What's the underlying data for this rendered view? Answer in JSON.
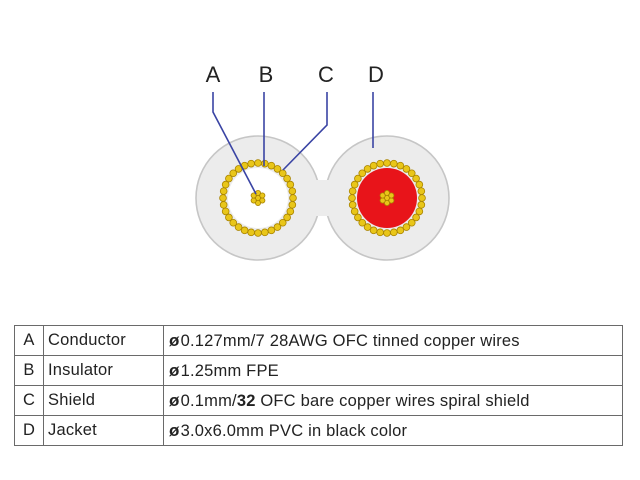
{
  "callouts": [
    {
      "letter": "A",
      "part": "Conductor"
    },
    {
      "letter": "B",
      "part": "Insulator"
    },
    {
      "letter": "C",
      "part": "Shield"
    },
    {
      "letter": "D",
      "part": "Jacket"
    }
  ],
  "colors": {
    "jacket": "#ececec",
    "jacket_edge": "#c6c6c6",
    "strand_gold": "#e9c619",
    "strand_edge": "#a98400",
    "red_insulator": "#e8141a",
    "leader_line": "#3a44a4"
  },
  "table": {
    "rows": [
      {
        "key": "A",
        "name": "Conductor",
        "symbol": "ø",
        "before": "0.127mm/7 28AWG OFC tinned copper wires",
        "number": "",
        "after": ""
      },
      {
        "key": "B",
        "name": "Insulator",
        "symbol": "ø",
        "before": "1.25mm FPE",
        "number": "",
        "after": ""
      },
      {
        "key": "C",
        "name": "Shield",
        "symbol": "ø",
        "before": "0.1mm/",
        "number": "32",
        "after": " OFC bare copper wires spiral shield"
      },
      {
        "key": "D",
        "name": "Jacket",
        "symbol": "ø",
        "before": "3.0x6.0mm PVC in black color",
        "number": "",
        "after": ""
      }
    ]
  }
}
